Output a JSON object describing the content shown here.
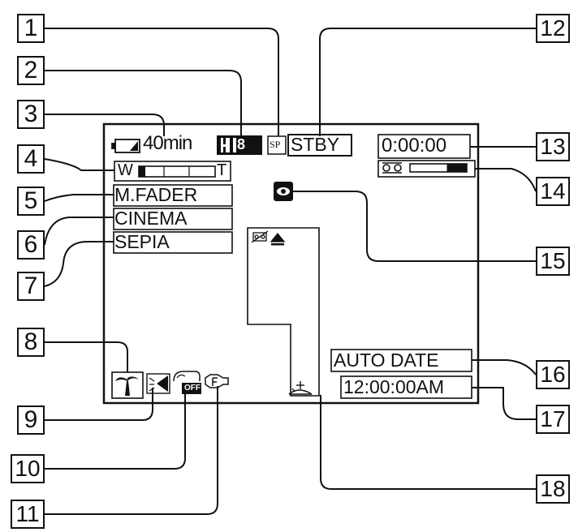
{
  "callouts": [
    "1",
    "2",
    "3",
    "4",
    "5",
    "6",
    "7",
    "8",
    "9",
    "10",
    "11",
    "12",
    "13",
    "14",
    "15",
    "16",
    "17",
    "18"
  ],
  "display": {
    "battery_time": "40min",
    "tape_format_badge": "Hi8",
    "tape_speed_badge": "SP",
    "record_status": "STBY",
    "zoom_wide_label": "W",
    "zoom_tele_label": "T",
    "fader_effect": "M.FADER",
    "wide_mode": "CINEMA",
    "picture_effect": "SEPIA",
    "time_code": "0:00:00",
    "auto_date": "AUTO DATE",
    "clock_time": "12:00:00AM",
    "steadyshot_off_label": "OFF",
    "tape_remaining_fraction": 0.35
  },
  "icons": [
    "battery-icon",
    "hi8-icon",
    "sp-icon",
    "zoom-bar-icon",
    "tape-remaining-icon",
    "eye-indicator-icon",
    "cassette-eject-icon",
    "beach-mode-icon",
    "backlight-icon",
    "steadyshot-off-icon",
    "focus-icon",
    "drum-icon"
  ],
  "colors": {
    "ink": "#111111",
    "paper": "#ffffff"
  }
}
